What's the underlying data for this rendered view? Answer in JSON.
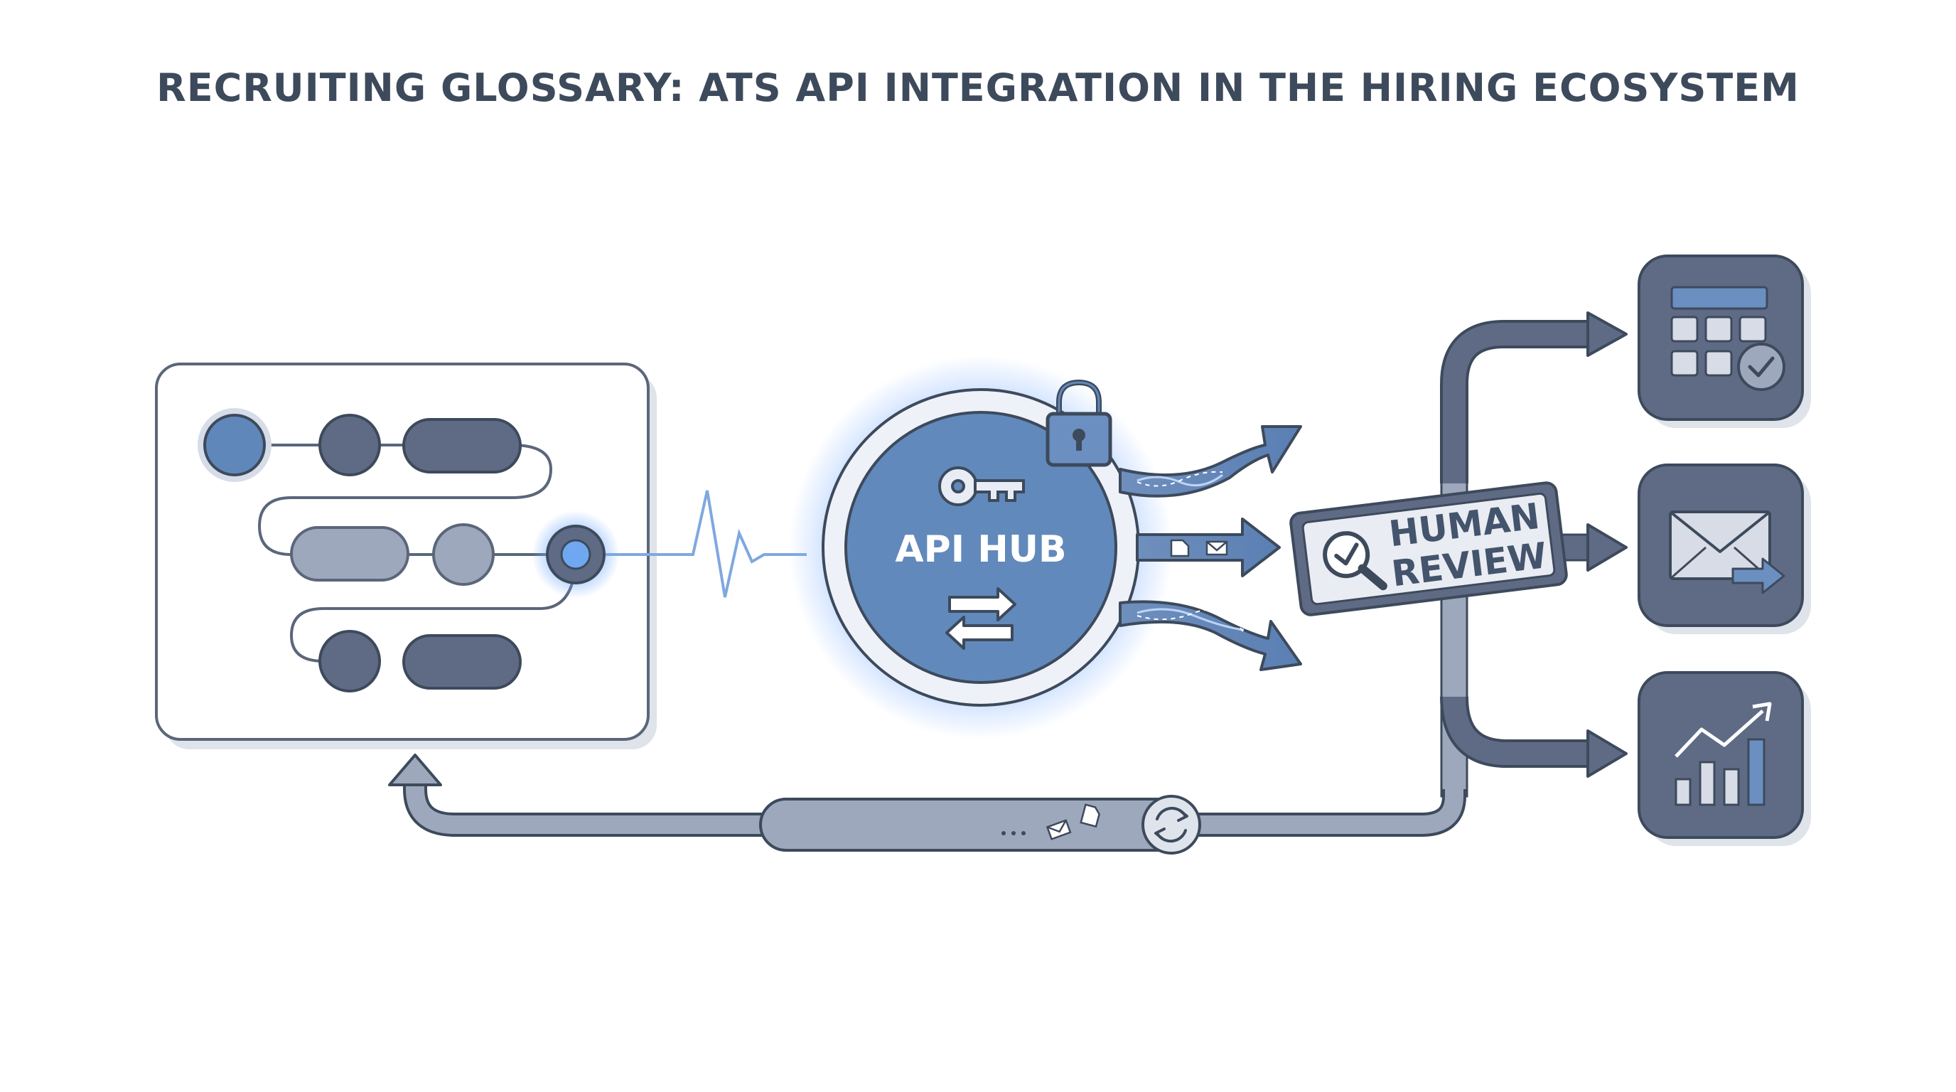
{
  "title": "RECRUITING GLOSSARY: ATS API INTEGRATION IN THE HIRING ECOSYSTEM",
  "hub": {
    "label": "API HUB",
    "icons": [
      "key-icon",
      "lock-icon",
      "swap-arrows-icon"
    ]
  },
  "review": {
    "line1": "HUMAN",
    "line2": "REVIEW",
    "icon": "magnifier-check-icon"
  },
  "outputs": [
    {
      "icon": "calendar-check-icon"
    },
    {
      "icon": "email-send-icon"
    },
    {
      "icon": "analytics-chart-icon"
    }
  ],
  "feedback": {
    "icon": "sync-icon"
  },
  "colors": {
    "slate": "#5f6b85",
    "slate_dark": "#3e4a60",
    "light_slate": "#9ea8bc",
    "blue": "#5a84b8",
    "glow": "#7fb0ff",
    "outline": "#3d4a5c"
  }
}
